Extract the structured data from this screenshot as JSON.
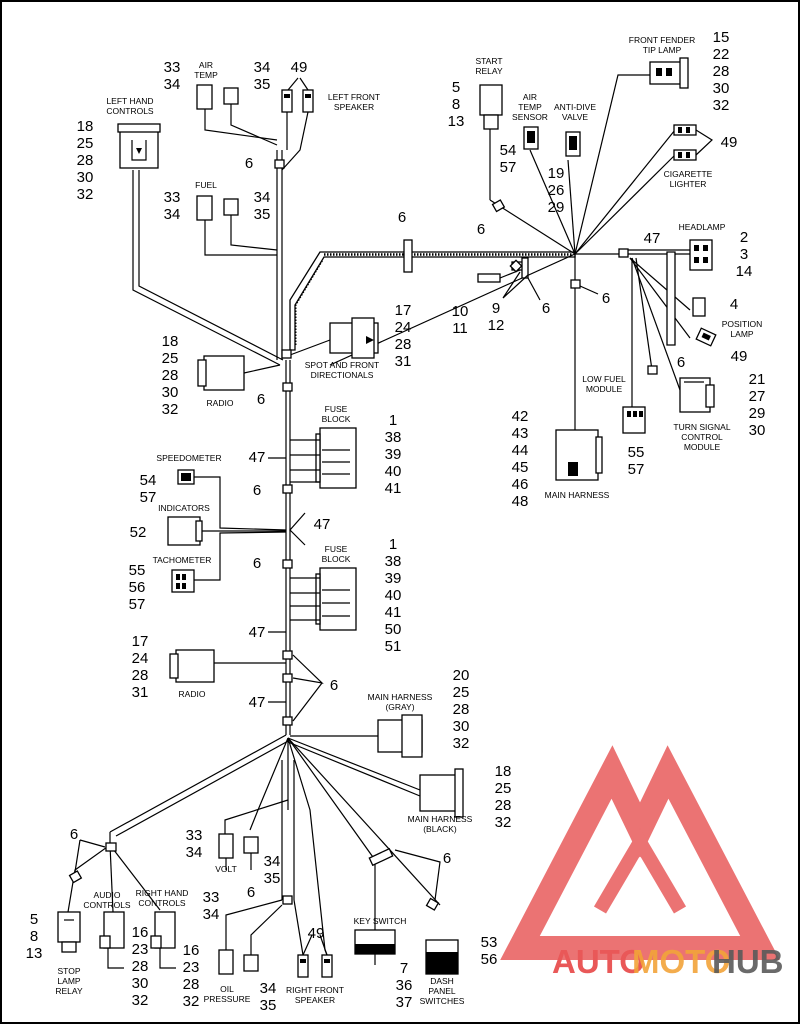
{
  "labels": {
    "left_hand_controls": [
      "LEFT HAND",
      "CONTROLS"
    ],
    "air_temp_left": [
      "AIR",
      "TEMP"
    ],
    "left_front_speaker": [
      "LEFT FRONT",
      "SPEAKER"
    ],
    "fuel": "FUEL",
    "start_relay": [
      "START",
      "RELAY"
    ],
    "air_temp_sensor": [
      "AIR",
      "TEMP",
      "SENSOR"
    ],
    "anti_dive_valve": [
      "ANTI-DIVE",
      "VALVE"
    ],
    "front_fender_tip_lamp": [
      "FRONT FENDER",
      "TIP LAMP"
    ],
    "cigarette_lighter": [
      "CIGARETTE",
      "LIGHTER"
    ],
    "headlamp": "HEADLAMP",
    "position_lamp": [
      "POSITION",
      "LAMP"
    ],
    "low_fuel_module": [
      "LOW FUEL",
      "MODULE"
    ],
    "turn_signal_control_module": [
      "TURN SIGNAL",
      "CONTROL",
      "MODULE"
    ],
    "main_harness": "MAIN HARNESS",
    "spot_front_directionals": [
      "SPOT AND FRONT",
      "DIRECTIONALS"
    ],
    "radio_upper": "RADIO",
    "fuse_block_1": [
      "FUSE",
      "BLOCK"
    ],
    "speedometer": "SPEEDOMETER",
    "indicators": "INDICATORS",
    "tachometer": "TACHOMETER",
    "fuse_block_2": [
      "FUSE",
      "BLOCK"
    ],
    "radio_lower": "RADIO",
    "main_harness_gray": [
      "MAIN HARNESS",
      "(GRAY)"
    ],
    "main_harness_black": [
      "MAIN HARNESS",
      "(BLACK)"
    ],
    "volt": "VOLT",
    "audio_controls": [
      "AUDIO",
      "CONTROLS"
    ],
    "right_hand_controls": [
      "RIGHT HAND",
      "CONTROLS"
    ],
    "stop_lamp_relay": [
      "STOP",
      "LAMP",
      "RELAY"
    ],
    "oil_pressure": [
      "OIL",
      "PRESSURE"
    ],
    "right_front_speaker": [
      "RIGHT FRONT",
      "SPEAKER"
    ],
    "key_switch": "KEY SWITCH",
    "dash_panel_switches": [
      "DASH",
      "PANEL",
      "SWITCHES"
    ]
  },
  "callouts": {
    "left_hand_controls": [
      "18",
      "25",
      "28",
      "30",
      "32"
    ],
    "air_temp_a": [
      "33",
      "34"
    ],
    "air_temp_b": [
      "34",
      "35"
    ],
    "left_speaker": "49",
    "tie_left_top": "6",
    "fuel_a": [
      "33",
      "34"
    ],
    "fuel_b": [
      "34",
      "35"
    ],
    "start_relay": [
      "5",
      "8",
      "13"
    ],
    "air_temp_sensor": [
      "54",
      "57"
    ],
    "anti_dive": [
      "19",
      "26",
      "29"
    ],
    "tip_lamp": [
      "15",
      "22",
      "28",
      "30",
      "32"
    ],
    "cig_lighter": "49",
    "tie_start": "6",
    "tie_mid_top": "6",
    "headlamp_wire": "47",
    "headlamp": [
      "2",
      "3",
      "14"
    ],
    "position_lamp_a": "4",
    "position_lamp_b": "49",
    "tie_headlamp": "6",
    "breather": [
      "10",
      "11"
    ],
    "fitting": [
      "9",
      "12"
    ],
    "tie_fitting": "6",
    "tie_right": "6",
    "low_fuel": [
      "55",
      "57"
    ],
    "turn_signal": [
      "21",
      "27",
      "29",
      "30"
    ],
    "main_harness": [
      "42",
      "43",
      "44",
      "45",
      "46",
      "48"
    ],
    "spot": [
      "17",
      "24",
      "28",
      "31"
    ],
    "radio_upper": [
      "18",
      "25",
      "28",
      "30",
      "32"
    ],
    "tie_radio": "6",
    "fuse1_wire": "47",
    "fuse1": [
      "1",
      "38",
      "39",
      "40",
      "41"
    ],
    "tie_fuse1": "6",
    "speedometer": [
      "54",
      "57"
    ],
    "indicators": "52",
    "gauge_wire": "47",
    "tachometer": [
      "55",
      "56",
      "57"
    ],
    "tie_fuse2": "6",
    "fuse2": [
      "1",
      "38",
      "39",
      "40",
      "41",
      "50",
      "51"
    ],
    "fuse2_wire": "47",
    "radio_lower": [
      "17",
      "24",
      "28",
      "31"
    ],
    "ties_lower": "6",
    "lower_wire": "47",
    "main_gray": [
      "20",
      "25",
      "28",
      "30",
      "32"
    ],
    "main_black": [
      "18",
      "25",
      "28",
      "32"
    ],
    "tie_stop": "6",
    "stop_relay": [
      "5",
      "8",
      "13"
    ],
    "audio": [
      "16",
      "23",
      "28",
      "30",
      "32"
    ],
    "right_hand": [
      "16",
      "23",
      "28",
      "32"
    ],
    "volt_a": [
      "33",
      "34"
    ],
    "volt_b": [
      "34",
      "35"
    ],
    "tie_oil": "6",
    "oil_a": [
      "33",
      "34"
    ],
    "oil_b": [
      "34",
      "35"
    ],
    "right_speaker": "49",
    "key_switch": [
      "7",
      "36",
      "37"
    ],
    "dash_panel": [
      "53",
      "56"
    ],
    "tie_key_dash": "6"
  },
  "watermark": {
    "auto": "AUTO",
    "moto": "MOTO",
    "hub": "HUB",
    "red": "#e63b3b",
    "orange": "#f2a43a",
    "grey": "#5a5a5a"
  }
}
